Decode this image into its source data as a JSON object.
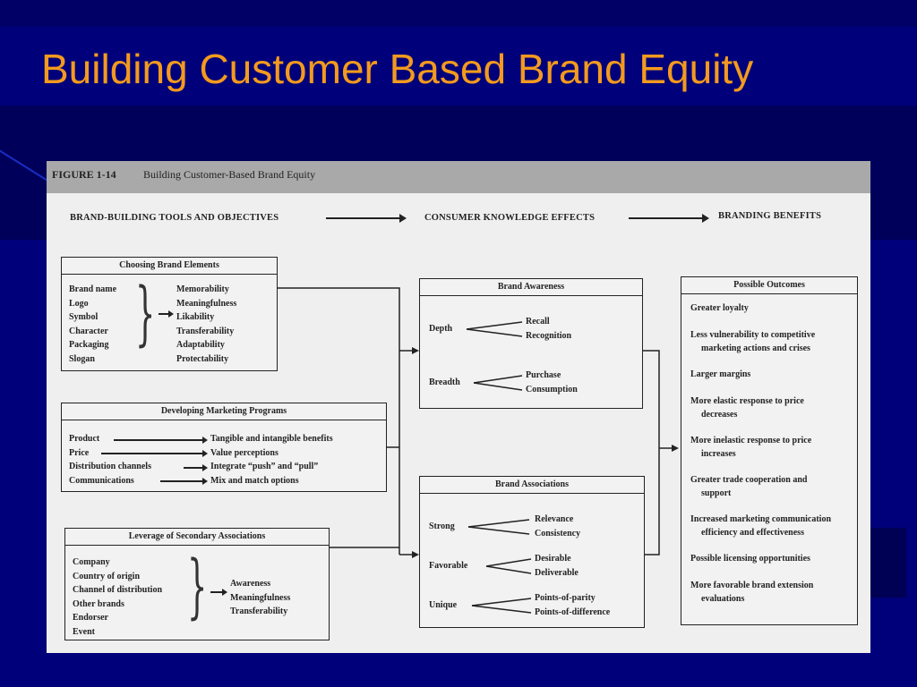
{
  "slide": {
    "title": "Building Customer Based Brand Equity"
  },
  "figure": {
    "label": "FIGURE 1-14",
    "caption": "Building Customer-Based Brand Equity",
    "columns": [
      "BRAND-BUILDING TOOLS AND OBJECTIVES",
      "CONSUMER KNOWLEDGE EFFECTS",
      "BRANDING BENEFITS"
    ],
    "brand_elements": {
      "title": "Choosing Brand Elements",
      "elements": [
        "Brand name",
        "Logo",
        "Symbol",
        "Character",
        "Packaging",
        "Slogan"
      ],
      "criteria": [
        "Memorability",
        "Meaningfulness",
        "Likability",
        "Transferability",
        "Adaptability",
        "Protectability"
      ]
    },
    "marketing_programs": {
      "title": "Developing Marketing Programs",
      "items": [
        "Product",
        "Price",
        "Distribution channels",
        "Communications"
      ],
      "results": [
        "Tangible and intangible benefits",
        "Value perceptions",
        "Integrate “push” and “pull”",
        "Mix and match options"
      ]
    },
    "secondary_associations": {
      "title": "Leverage of Secondary Associations",
      "items": [
        "Company",
        "Country of origin",
        "Channel of distribution",
        "Other brands",
        "Endorser",
        "Event"
      ],
      "effects": [
        "Awareness",
        "Meaningfulness",
        "Transferability"
      ]
    },
    "brand_awareness": {
      "title": "Brand Awareness",
      "depth": "Depth",
      "depth_items": [
        "Recall",
        "Recognition"
      ],
      "breadth": "Breadth",
      "breadth_items": [
        "Purchase",
        "Consumption"
      ]
    },
    "brand_associations": {
      "title": "Brand Associations",
      "strong": "Strong",
      "strong_items": [
        "Relevance",
        "Consistency"
      ],
      "favorable": "Favorable",
      "favorable_items": [
        "Desirable",
        "Deliverable"
      ],
      "unique": "Unique",
      "unique_items": [
        "Points-of-parity",
        "Points-of-difference"
      ]
    },
    "outcomes": {
      "title": "Possible Outcomes",
      "items": [
        [
          "Greater loyalty",
          ""
        ],
        [
          "Less vulnerability to competitive",
          "marketing actions and crises"
        ],
        [
          "Larger margins",
          ""
        ],
        [
          "More elastic response to price",
          "decreases"
        ],
        [
          "More inelastic response to price",
          "increases"
        ],
        [
          "Greater trade cooperation and",
          "support"
        ],
        [
          "Increased marketing communication",
          "efficiency and effectiveness"
        ],
        [
          "Possible licensing opportunities",
          ""
        ],
        [
          "More favorable brand extension",
          "evaluations"
        ]
      ]
    }
  }
}
